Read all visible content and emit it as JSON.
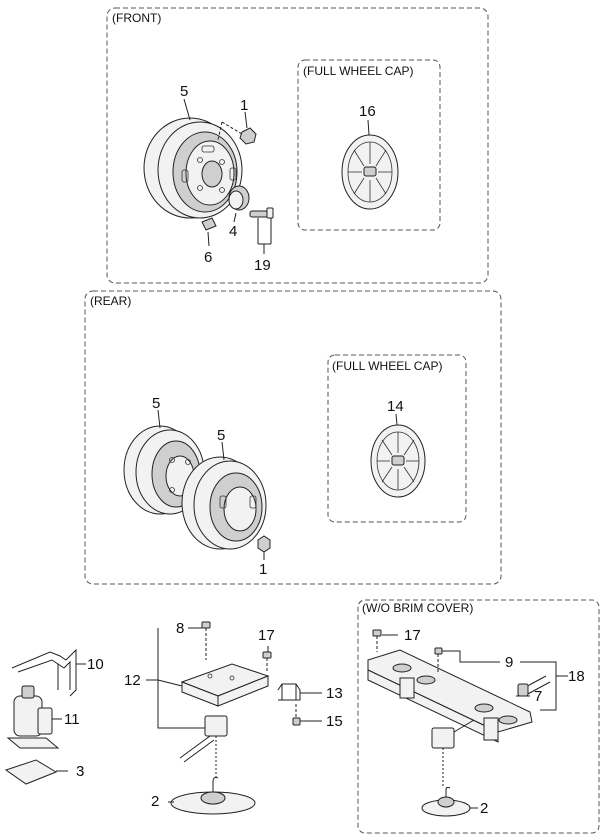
{
  "sections": {
    "front": "(FRONT)",
    "front_cap": "(FULL  WHEEL CAP)",
    "rear": "(REAR)",
    "rear_cap": "(FULL  WHEEL CAP)",
    "brim": "(W/O BRIM COVER)"
  },
  "callouts": {
    "f5": "5",
    "f1": "1",
    "f16": "16",
    "f4": "4",
    "f6": "6",
    "f19": "19",
    "r5a": "5",
    "r5b": "5",
    "r14": "14",
    "r1": "1",
    "c8": "8",
    "c17a": "17",
    "c12": "12",
    "c13": "13",
    "c15": "15",
    "c10": "10",
    "c11": "11",
    "c3": "3",
    "c2a": "2",
    "c17b": "17",
    "c9": "9",
    "c18": "18",
    "c7": "7",
    "c2b": "2"
  }
}
